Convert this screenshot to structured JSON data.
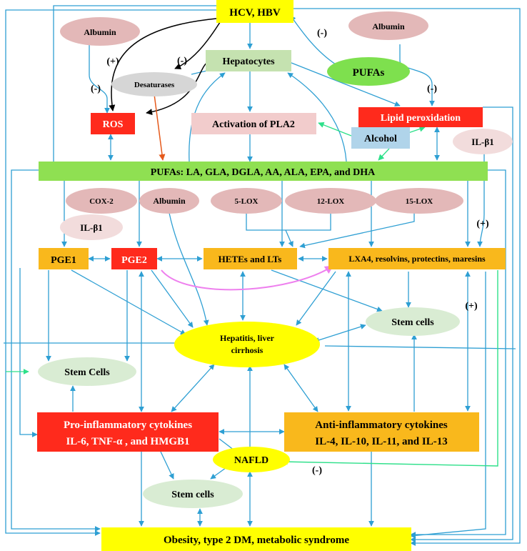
{
  "nodes": {
    "hcv_hbv": "HCV, HBV",
    "albumin_left": "Albumin",
    "albumin_right": "Albumin",
    "albumin_mid": "Albumin",
    "hepatocytes": "Hepatocytes",
    "pufas_green": "PUFAs",
    "desaturases": "Desaturases",
    "ros": "ROS",
    "pla2": "Activation of PLA2",
    "lipid_peroxidation": "Lipid peroxidation",
    "alcohol": "Alcohol",
    "il_b1_right": "IL-β1",
    "pufas_bar": "PUFAs: LA, GLA, DGLA, AA, ALA, EPA, and DHA",
    "cox2": "COX-2",
    "lox5": "5-LOX",
    "lox12": "12-LOX",
    "lox15": "15-LOX",
    "il_b1_left": "IL-β1",
    "pge1": "PGE1",
    "pge2": "PGE2",
    "hetes": "HETEs and LTs",
    "lxa4": "LXA4,  resolvins, protectins, maresins",
    "hepatitis_l1": "Hepatitis, liver",
    "hepatitis_l2": "cirrhosis",
    "stem_cells_right": "Stem  cells",
    "stem_cells_left": "Stem Cells",
    "stem_cells_bottom": "Stem  cells",
    "pro_l1": "Pro-inflammatory cytokines",
    "pro_l2": "IL-6, TNF-α , and HMGB1",
    "anti_l1": "Anti-inflammatory cytokines",
    "anti_l2": "IL-4, IL-10, IL-11, and IL-13",
    "nafld": "NAFLD",
    "obesity": "Obesity,  type 2 DM,  metabolic syndrome"
  },
  "signs": {
    "plus_top": "(+)",
    "minus_desat": "(-)",
    "minus_left": "(-)",
    "minus_right_top": "(-)",
    "minus_lipid": "(-)",
    "plus_lxa4": "(+)",
    "plus_right": "(+)",
    "minus_nafld": "(-)"
  },
  "colors": {
    "yellow": "#ffff00",
    "red": "#ff2a1c",
    "orange": "#f9b81c",
    "green_bar": "#8fe052",
    "green_ellipse": "#7ee04e",
    "light_green_box": "#c5e2b0",
    "pink": "#e3b8b8",
    "light_pink": "#f2dcdc",
    "gray": "#d6d6d6",
    "light_blue": "#b0d4ea",
    "stem": "#d9ecd3",
    "arrow_blue": "#2e9fd3",
    "arrow_black": "#000000",
    "arrow_orange": "#e55a1c",
    "arrow_green": "#2ee08a",
    "arrow_magenta": "#ee80ee"
  }
}
